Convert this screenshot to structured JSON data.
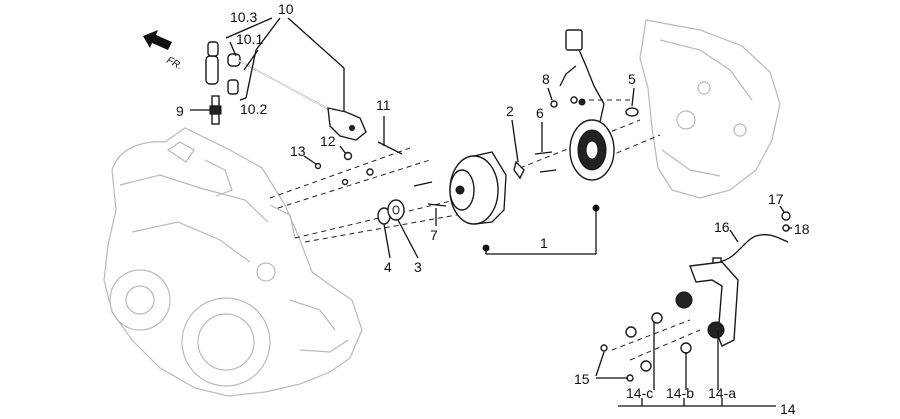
{
  "diagram": {
    "direction_label": "FR.",
    "labels": {
      "p1": "1",
      "p2": "2",
      "p3": "3",
      "p4": "4",
      "p5": "5",
      "p6": "6",
      "p7": "7",
      "p8": "8",
      "p9": "9",
      "p10": "10",
      "p10_1": "10.1",
      "p10_2": "10.2",
      "p10_3": "10.3",
      "p11": "11",
      "p12": "12",
      "p13": "13",
      "p14": "14",
      "p14_a": "14-a",
      "p14_b": "14-b",
      "p14_c": "14-c",
      "p15": "15",
      "p16": "16",
      "p17": "17",
      "p18": "18"
    }
  }
}
